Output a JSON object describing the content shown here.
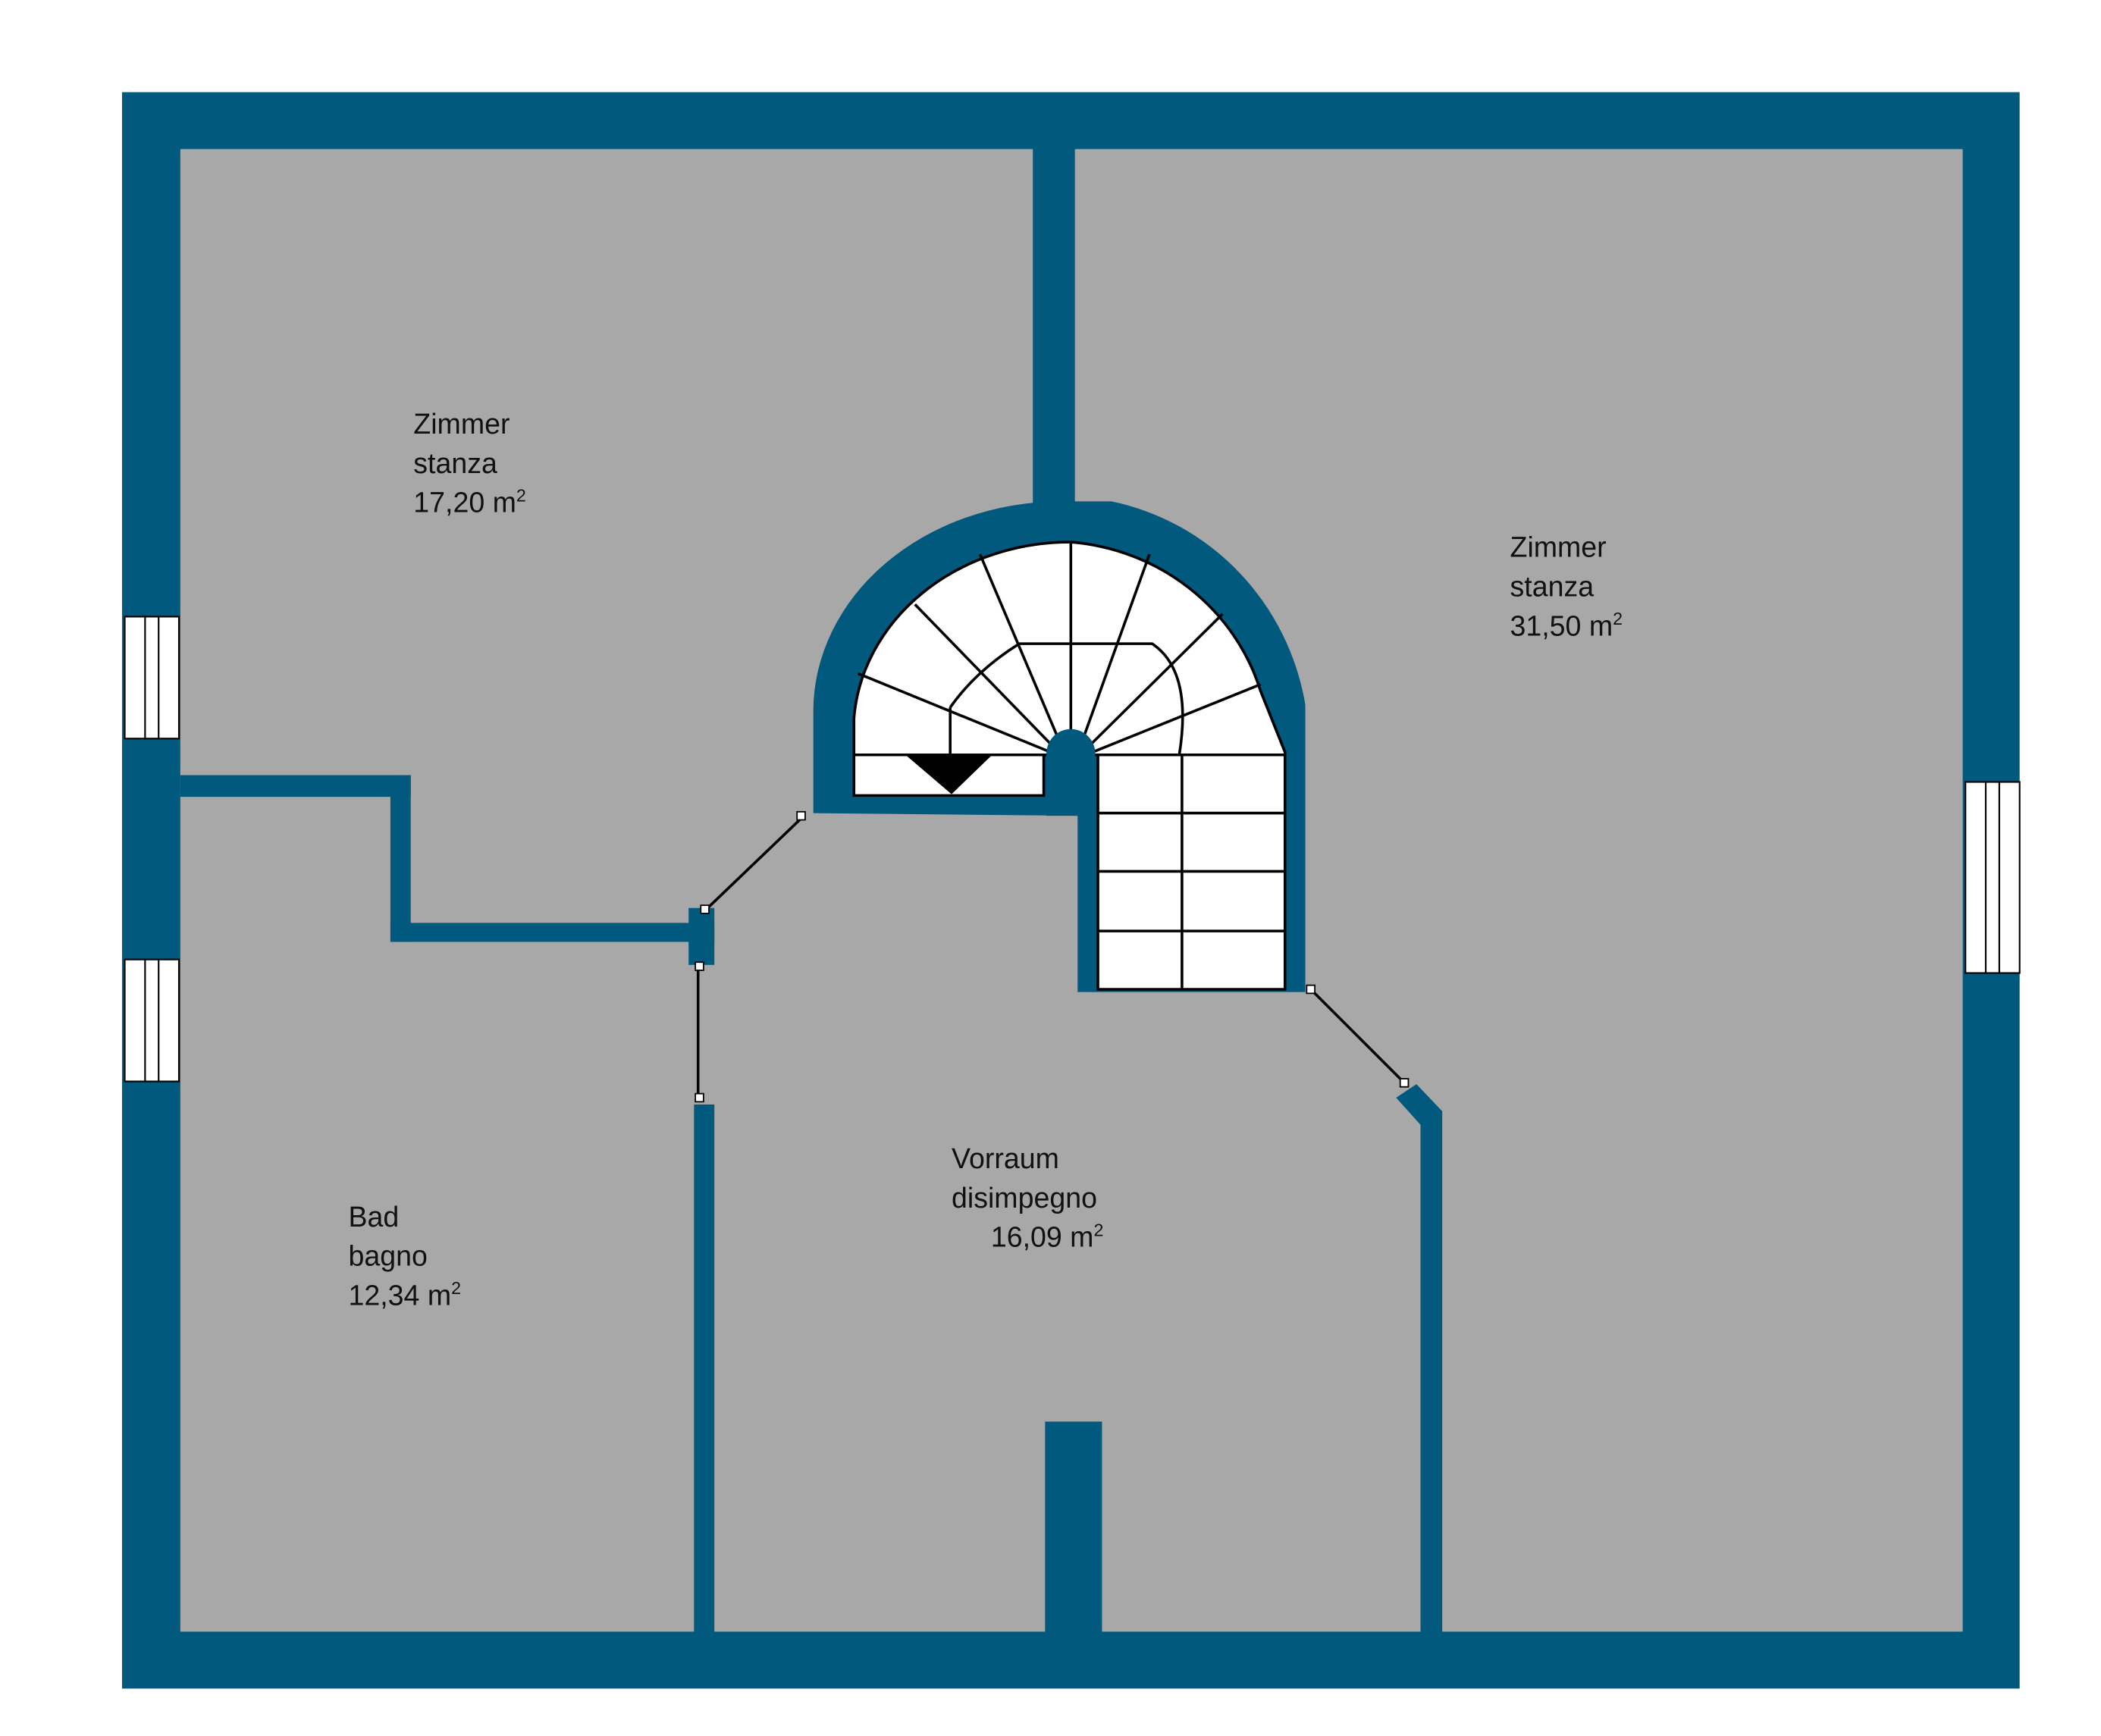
{
  "colors": {
    "wall": "#02597e",
    "floor": "#a8a8a8",
    "stair": "#ffffff",
    "line": "#000000"
  },
  "rooms": [
    {
      "name_de": "Zimmer",
      "name_it": "stanza",
      "area": "17,20 m",
      "sup": "2"
    },
    {
      "name_de": "Zimmer",
      "name_it": "stanza",
      "area": "31,50 m",
      "sup": "2"
    },
    {
      "name_de": "Bad",
      "name_it": "bagno",
      "area": "12,34 m",
      "sup": "2"
    },
    {
      "name_de": "Vorraum",
      "name_it": "disimpegno",
      "area": "16,09 m",
      "sup": "2"
    }
  ]
}
